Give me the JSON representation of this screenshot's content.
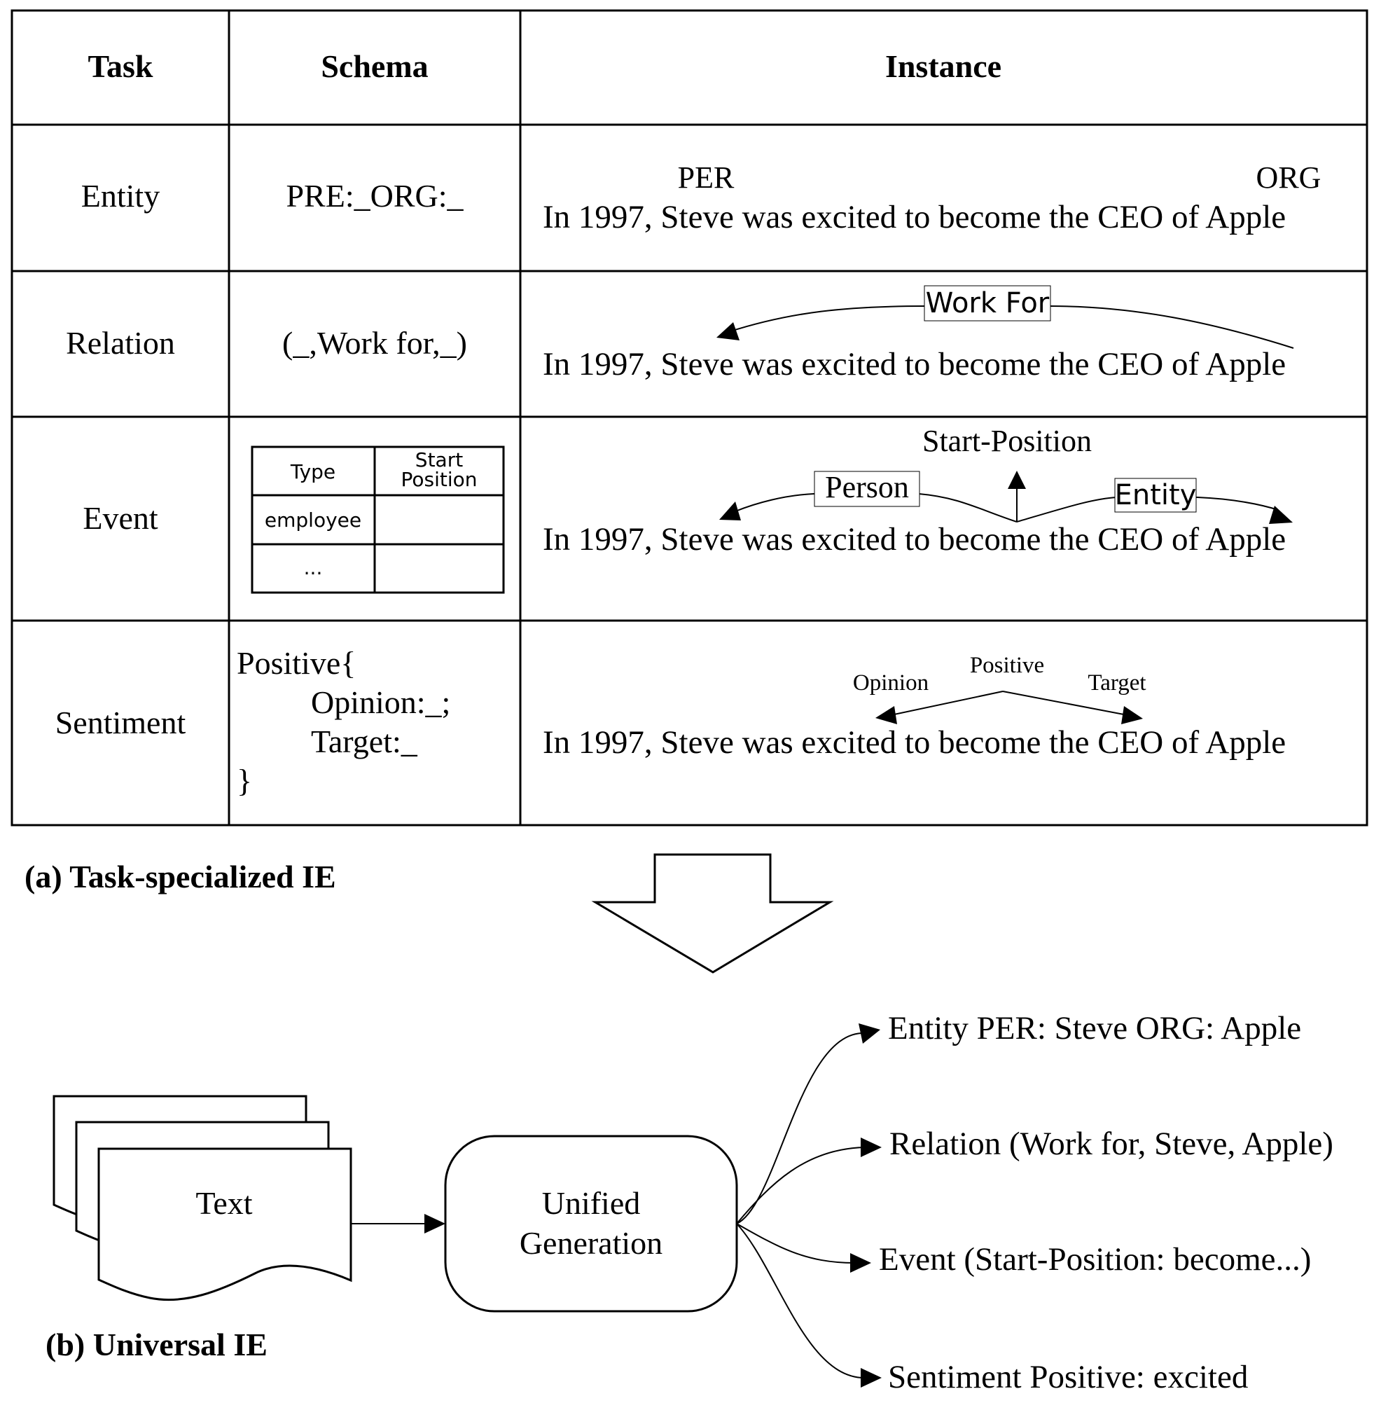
{
  "table": {
    "headers": {
      "task": "Task",
      "schema": "Schema",
      "instance": "Instance"
    },
    "sentence": "In 1997, Steve was excited to become the CEO of Apple",
    "rows": {
      "entity": {
        "task": "Entity",
        "schema": "PRE:_ORG:_",
        "label_per": "PER",
        "label_org": "ORG"
      },
      "relation": {
        "task": "Relation",
        "schema": "(_,Work for,_)",
        "arc_label": "Work For"
      },
      "event": {
        "task": "Event",
        "schema_table": {
          "col1_header": "Type",
          "col2_header_line1": "Start",
          "col2_header_line2": "Position",
          "row1_col1": "employee",
          "row2_col1": "..."
        },
        "trigger_label": "Start-Position",
        "arg_person": "Person",
        "arg_entity": "Entity"
      },
      "sentiment": {
        "task": "Sentiment",
        "schema_line1": "Positive{",
        "schema_line2": "Opinion:_;",
        "schema_line3": "Target:_",
        "schema_line4": "}",
        "label_opinion": "Opinion",
        "label_positive": "Positive",
        "label_target": "Target"
      }
    }
  },
  "caption_a": "(a) Task-specialized IE",
  "caption_b": "(b) Universal IE",
  "universal": {
    "input_label": "Text",
    "model_label_line1": "Unified",
    "model_label_line2": "Generation",
    "outputs": [
      "Entity PER: Steve ORG: Apple",
      "Relation (Work for, Steve, Apple)",
      "Event (Start-Position: become...)",
      "Sentiment Positive: excited"
    ]
  }
}
